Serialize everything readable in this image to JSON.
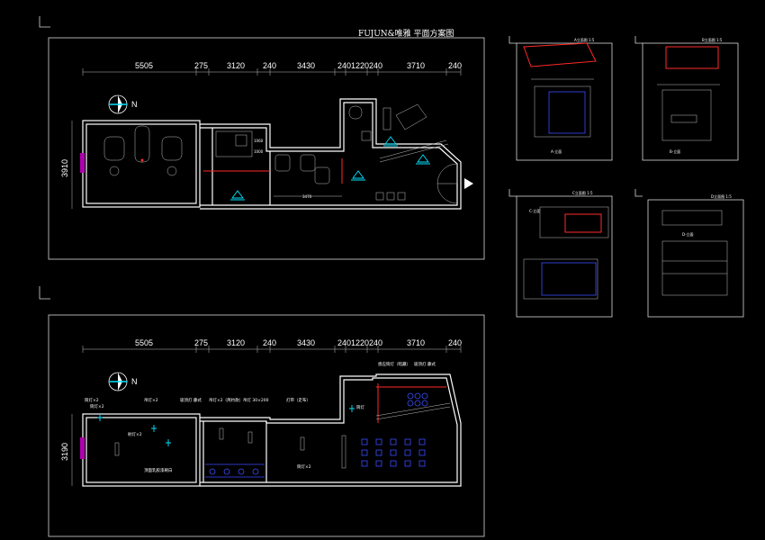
{
  "drawing": {
    "title": "FUJUN&唯雅   平面方案图",
    "north_label": "N",
    "dimensions_top": [
      "5505",
      "275",
      "3120",
      "240",
      "3430",
      "240",
      "1220",
      "240",
      "3710",
      "240"
    ],
    "plan_upper_side_dim": "3910",
    "plan_lower_side_dim": "3190",
    "upper_labels": [
      "1060",
      "1000",
      "3470"
    ],
    "lower_labels": [
      "筒灯×2",
      "筒灯×2",
      "射灯×2",
      "吊灯×2",
      "顶面乳胶漆刷白",
      "吸顶灯 藤式",
      "吊灯×2（简约款）",
      "吊灯 30×200",
      "灯带（走布）",
      "筒灯",
      "感应筒灯（暗藏）",
      "吸顶灯 藤式",
      "筒灯×2"
    ],
    "elevation_titles": [
      "A立面图 1:5",
      "B立面图 1:5",
      "C立面图 1:5",
      "D立面图 1:5"
    ],
    "elevation_tags": [
      "A-立面",
      "B-立面",
      "C-立面",
      "D-立面"
    ],
    "colors": {
      "background": "#000000",
      "lines": "#ffffff",
      "accent_cyan": "#00e5ff",
      "accent_red": "#ff2a2a",
      "accent_blue": "#3a4dff",
      "accent_magenta": "#b000b0"
    }
  }
}
